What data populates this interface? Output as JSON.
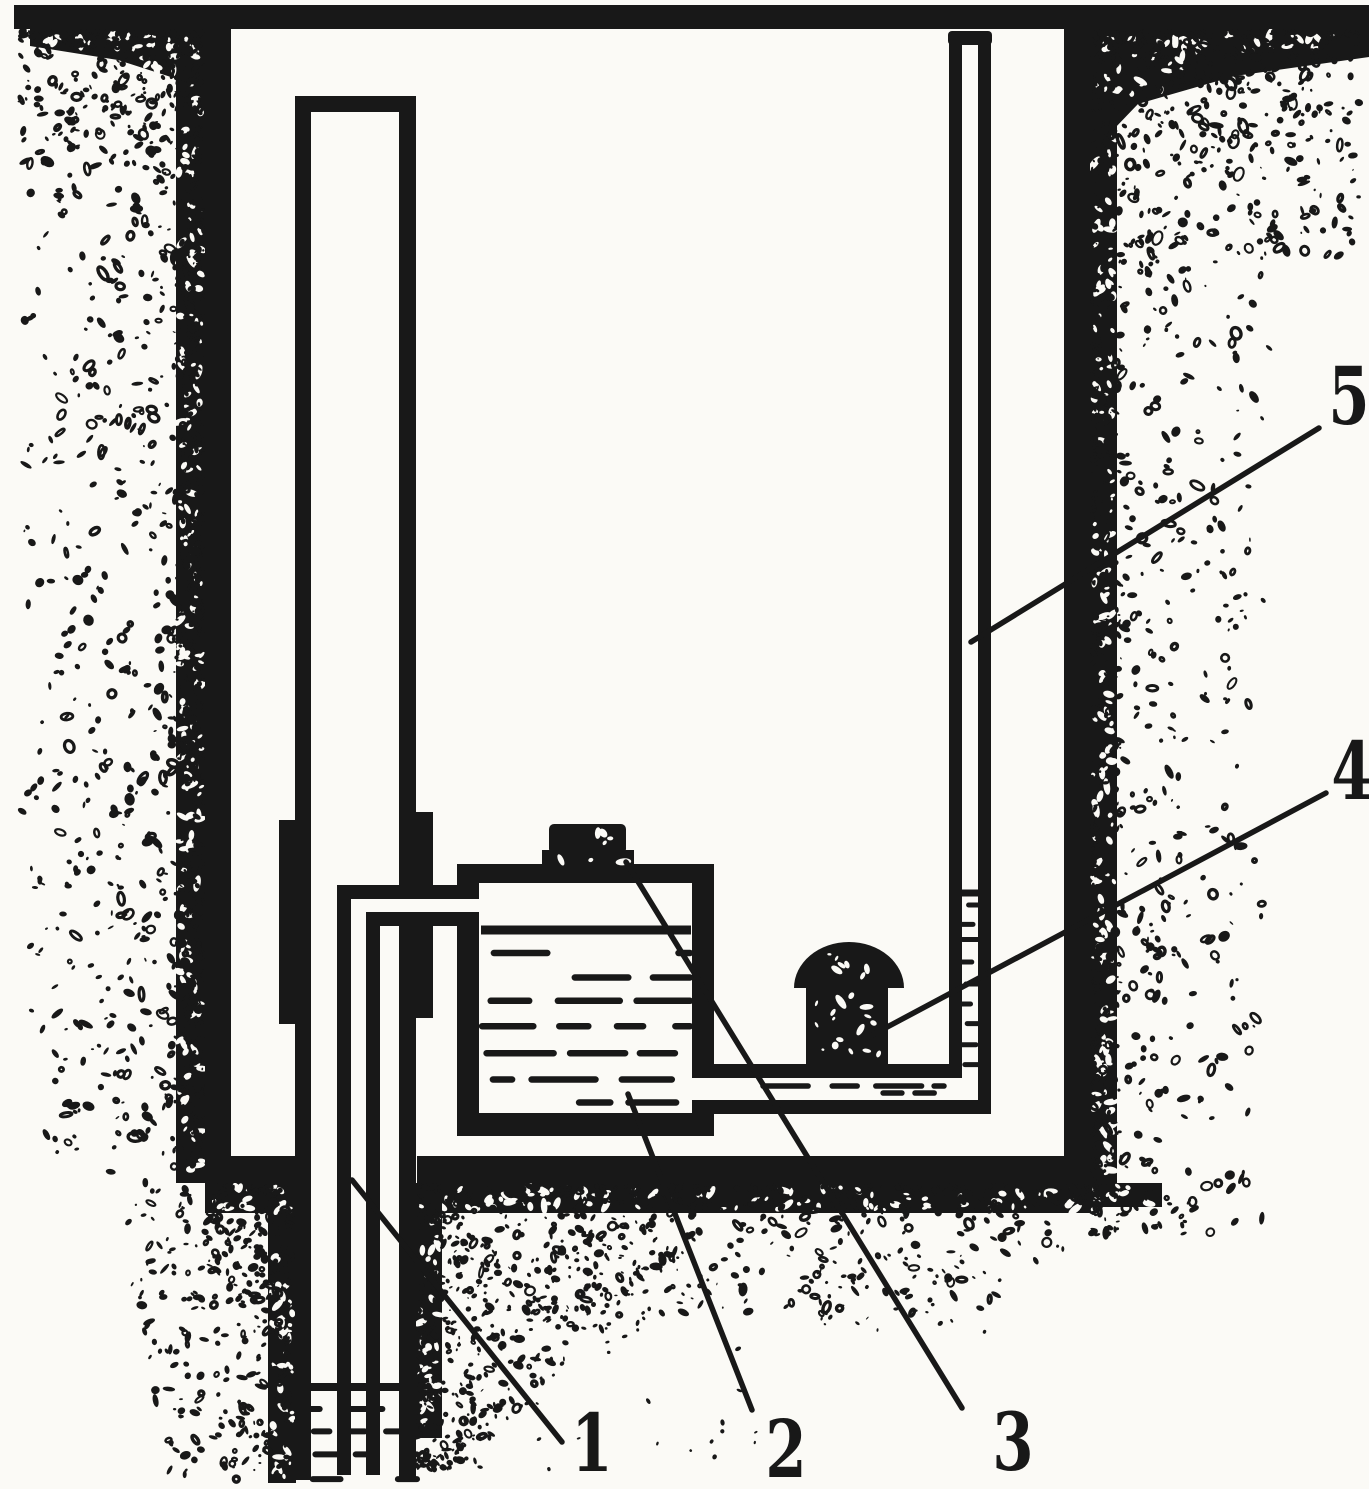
{
  "palette": {
    "ink": "#181818",
    "paper": "#fbfaf6"
  },
  "callouts": [
    {
      "label": "1"
    },
    {
      "label": "2"
    },
    {
      "label": "3"
    },
    {
      "label": "4"
    },
    {
      "label": "5"
    }
  ]
}
